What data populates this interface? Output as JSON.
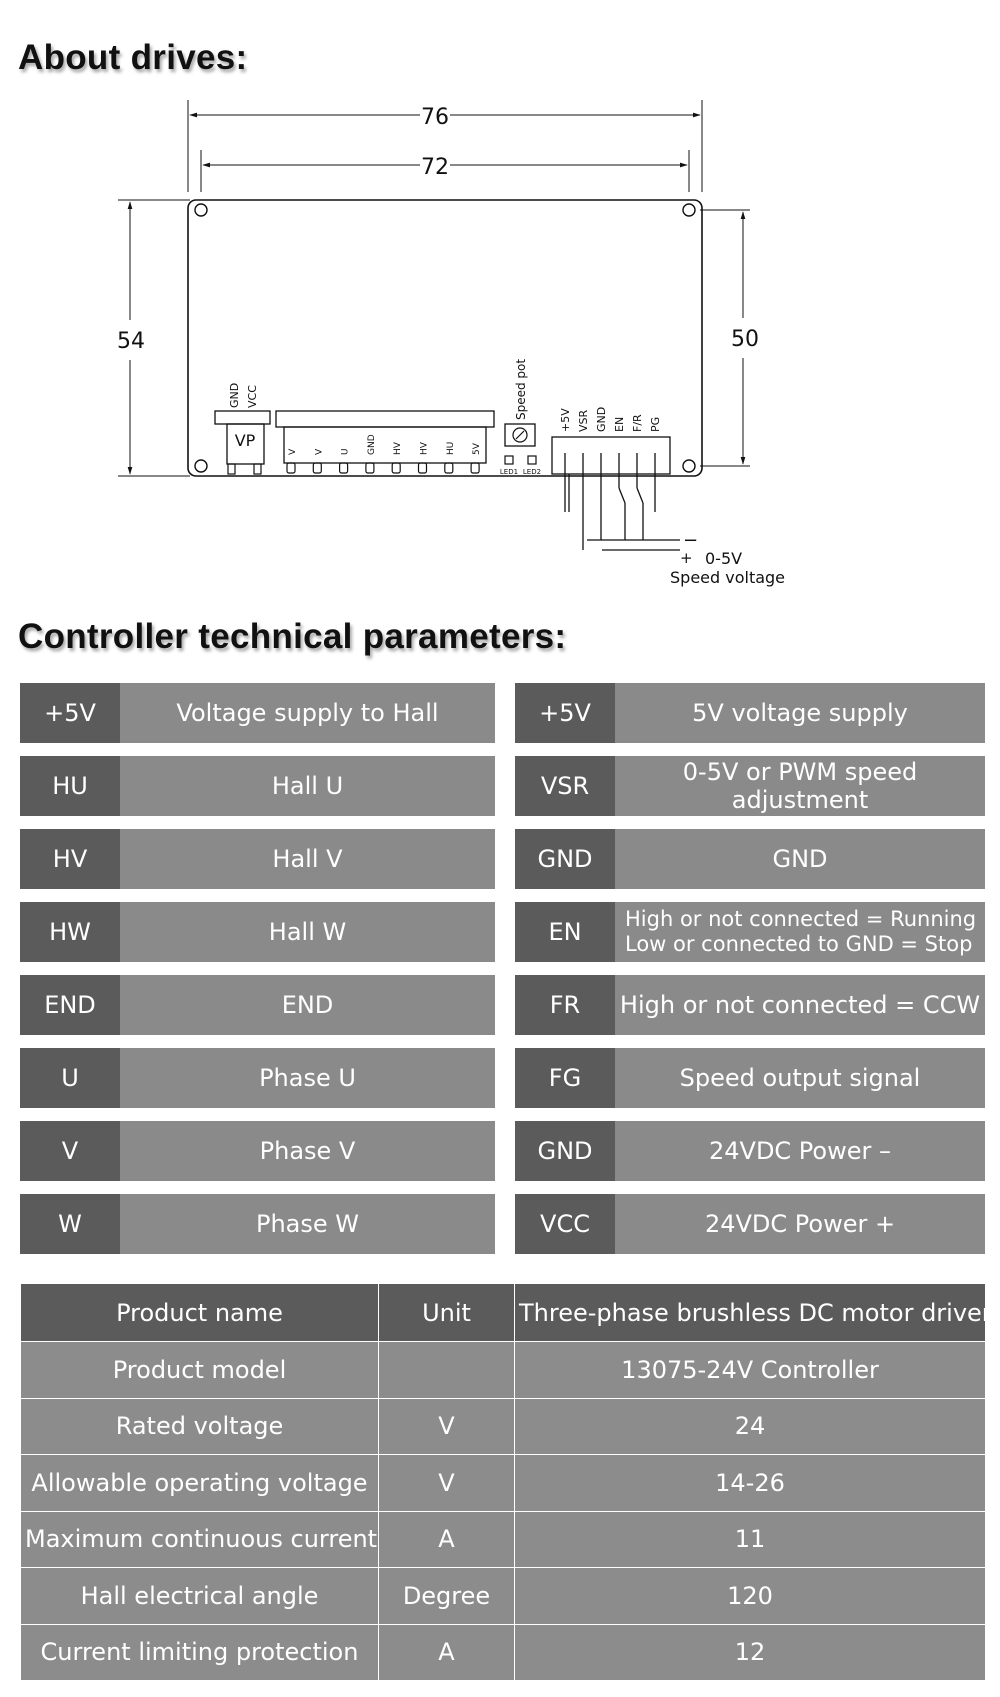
{
  "headings": {
    "about": "About drives:",
    "params": "Controller technical parameters:"
  },
  "diagram": {
    "dim_outer_width": "76",
    "dim_inner_width": "72",
    "dim_outer_height": "54",
    "dim_inner_height": "50",
    "power_labels": [
      "GND",
      "VCC"
    ],
    "power_connector_label": "VP",
    "hall_pins": [
      "V",
      "V",
      "U",
      "GND",
      "HV",
      "HV",
      "HU",
      "5V"
    ],
    "speed_pot_label": "Speed pot",
    "led_labels": [
      "LED1",
      "LED2"
    ],
    "control_pins": [
      "+5V",
      "VSR",
      "GND",
      "EN",
      "F/R",
      "PG"
    ],
    "minus_label": "−",
    "plus_label": "+",
    "voltage_range": "0-5V",
    "speed_voltage": "Speed voltage"
  },
  "pins_left": [
    {
      "code": "+5V",
      "desc": "Voltage supply to Hall"
    },
    {
      "code": "HU",
      "desc": "Hall U"
    },
    {
      "code": "HV",
      "desc": "Hall V"
    },
    {
      "code": "HW",
      "desc": "Hall W"
    },
    {
      "code": "END",
      "desc": "END"
    },
    {
      "code": "U",
      "desc": "Phase U"
    },
    {
      "code": "V",
      "desc": "Phase V"
    },
    {
      "code": "W",
      "desc": "Phase W"
    }
  ],
  "pins_right": [
    {
      "code": "+5V",
      "desc": "5V voltage supply"
    },
    {
      "code": "VSR",
      "desc": "0-5V or PWM speed adjustment"
    },
    {
      "code": "GND",
      "desc": "GND"
    },
    {
      "code": "EN",
      "desc_line1": "High or not connected = Running",
      "desc_line2": "Low or connected to GND = Stop"
    },
    {
      "code": "FR",
      "desc": "High or not connected = CCW"
    },
    {
      "code": "FG",
      "desc": "Speed output signal"
    },
    {
      "code": "GND",
      "desc": "24VDC Power –"
    },
    {
      "code": "VCC",
      "desc": "24VDC Power +"
    }
  ],
  "spec_table": {
    "header": [
      "Product name",
      "Unit",
      "Three-phase brushless DC motor driver"
    ],
    "rows": [
      [
        "Product model",
        "",
        "13075-24V Controller"
      ],
      [
        "Rated voltage",
        "V",
        "24"
      ],
      [
        "Allowable operating voltage",
        "V",
        "14-26"
      ],
      [
        "Maximum continuous current",
        "A",
        "11"
      ],
      [
        "Hall electrical angle",
        "Degree",
        "120"
      ],
      [
        "Current limiting protection",
        "A",
        "12"
      ]
    ]
  }
}
